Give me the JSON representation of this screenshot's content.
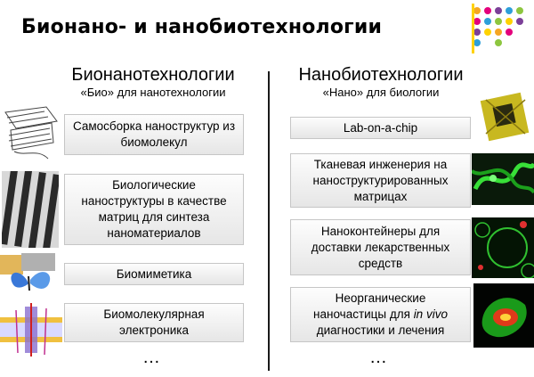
{
  "slide": {
    "title": "Бионано- и нанобиотехнологии",
    "left": {
      "heading": "Бионанотехнологии",
      "subheading": "«Био» для нанотехнологии",
      "items": [
        "Самосборка наноструктур из биомолекул",
        "Биологические наноструктуры в качестве матриц для синтеза наноматериалов",
        "Биомиметика",
        "Биомолекулярная электроника"
      ],
      "ellipsis": "…"
    },
    "right": {
      "heading": "Нанобиотехнологии",
      "subheading": "«Нано» для биологии",
      "items": [
        "Lab-on-a-chip",
        "Тканевая инженерия на наноструктурированных матрицах",
        "Наноконтейнеры для доставки лекарственных средств"
      ],
      "last_item": {
        "line1": "Неорганические",
        "line2_before": "наночастицы для ",
        "line2_italic": "in vivo",
        "line3": "диагностики и лечения"
      },
      "ellipsis": "…"
    },
    "logo_colors": [
      "#f5a623",
      "#e4007c",
      "#7b3f98",
      "#2e9fd9",
      "#8dc63f",
      "#ffd200"
    ]
  }
}
